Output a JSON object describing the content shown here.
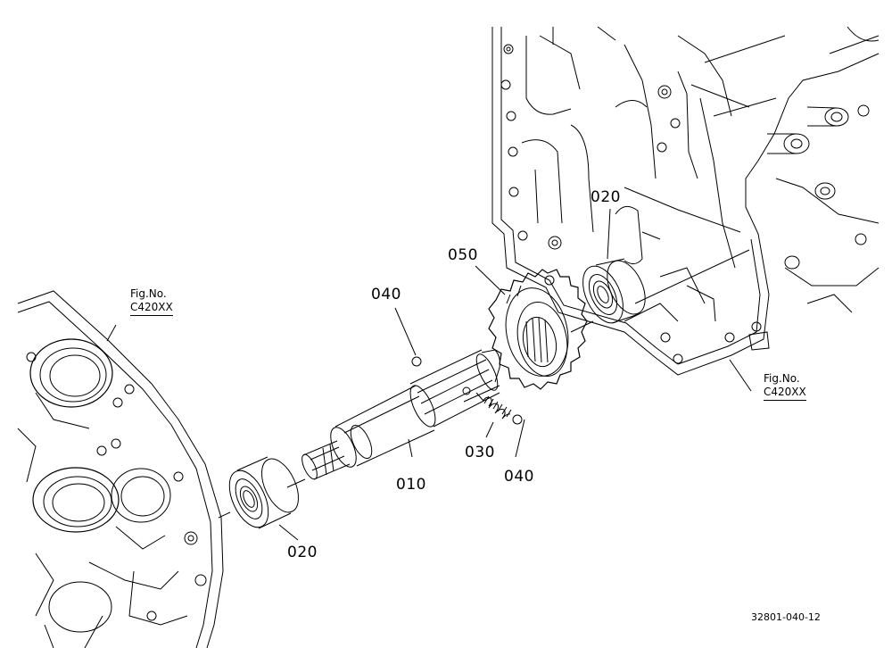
{
  "callouts": {
    "shaft": "010",
    "bearing_right": "020",
    "bearing_left": "020",
    "spring": "030",
    "ball_upper": "040",
    "ball_lower": "040",
    "gear": "050"
  },
  "fig_refs": {
    "left": {
      "label": "Fig.No.",
      "code": "C420XX"
    },
    "right": {
      "label": "Fig.No.",
      "code": "C420XX"
    }
  },
  "drawing_number": "32801-040-12",
  "colors": {
    "line": "#000000",
    "background": "#ffffff"
  }
}
